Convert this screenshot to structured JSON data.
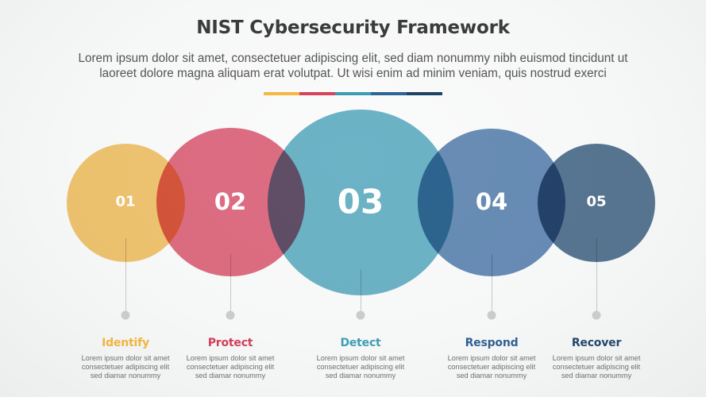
{
  "header": {
    "title": "NIST Cybersecurity Framework",
    "subtitle_line1": "Lorem ipsum dolor sit amet, consectetuer adipiscing elit, sed diam nonummy nibh euismod tincidunt ut",
    "subtitle_line2": "laoreet dolore magna aliquam erat volutpat. Ut wisi enim ad minim veniam, quis nostrud exerci"
  },
  "color_bar": [
    "#f5b942",
    "#d9435a",
    "#3f9db3",
    "#2f6498",
    "#1f4566"
  ],
  "steps": [
    {
      "number": "01",
      "title": "Identify",
      "color": "#f4c46a",
      "title_color": "#f0b43f",
      "desc_line1": "Lorem ipsum dolor sit amet",
      "desc_line2": "consectetuer adipiscing elit",
      "desc_line3": "sed diamar nonummy"
    },
    {
      "number": "02",
      "title": "Protect",
      "color": "#e1677d",
      "title_color": "#d23e58",
      "desc_line1": "Lorem ipsum dolor sit amet",
      "desc_line2": "consectetuer adipiscing elit",
      "desc_line3": "sed diamar nonummy"
    },
    {
      "number": "03",
      "title": "Detect",
      "color": "#66b2c6",
      "title_color": "#3f9db3",
      "desc_line1": "Lorem ipsum dolor sit amet",
      "desc_line2": "consectetuer adipiscing elit",
      "desc_line3": "sed diamar nonummy"
    },
    {
      "number": "04",
      "title": "Respond",
      "color": "#6289b5",
      "title_color": "#2f5f93",
      "desc_line1": "Lorem ipsum dolor sit amet",
      "desc_line2": "consectetuer adipiscing elit",
      "desc_line3": "sed diamar nonummy"
    },
    {
      "number": "05",
      "title": "Recover",
      "color": "#50718f",
      "title_color": "#23476a",
      "desc_line1": "Lorem ipsum dolor sit amet",
      "desc_line2": "consectetuer adipiscing elit",
      "desc_line3": "sed diamar nonummy"
    }
  ]
}
